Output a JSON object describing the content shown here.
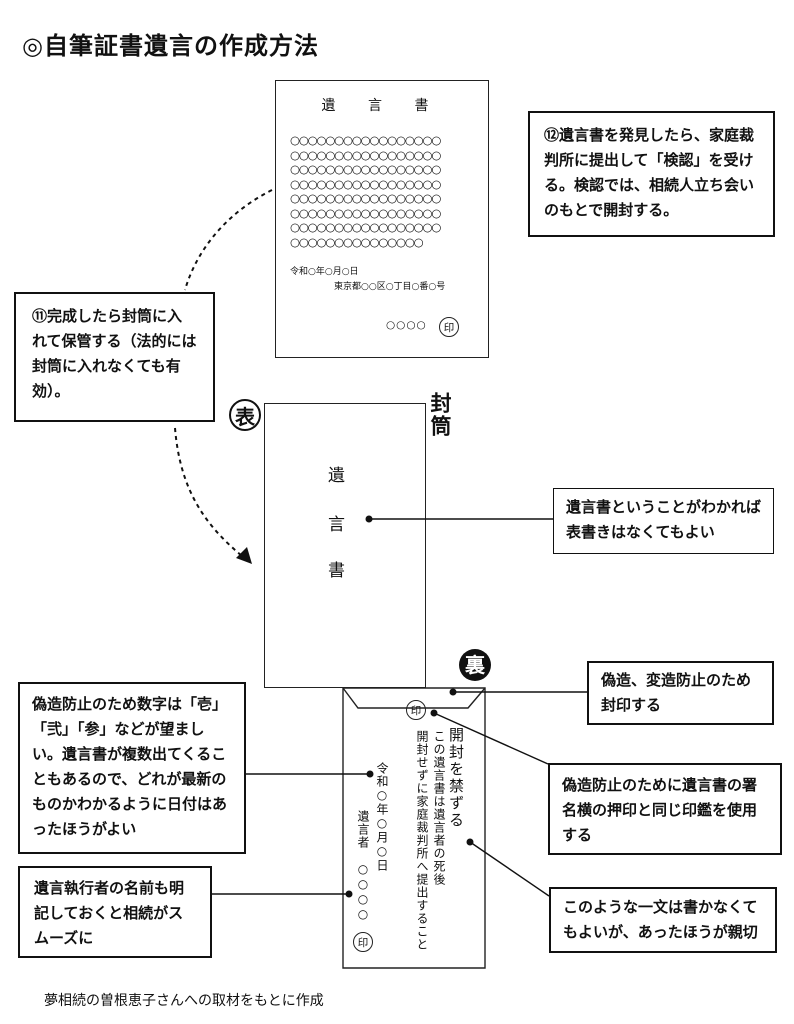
{
  "title": "◎自筆証書遺言の作成方法",
  "will_document": {
    "heading": "遺 言 書",
    "body_circles": "○○○○○○○○○○○○○○○○○\n○○○○○○○○○○○○○○○○○\n○○○○○○○○○○○○○○○○○\n○○○○○○○○○○○○○○○○○\n○○○○○○○○○○○○○○○○○\n○○○○○○○○○○○○○○○○○\n○○○○○○○○○○○○○○○○○\n○○○○○○○○○○○○○○○",
    "date": "令和○年○月○日",
    "address": "東京都○○区○丁目○番○号",
    "name": "○○○○",
    "seal": "印"
  },
  "callouts": {
    "c12": "⑫遺言書を発見したら、家庭裁判所に提出して「検認」を受ける。検認では、相続人立ち会いのもとで開封する。",
    "c11": "⑪完成したら封筒に入れて保管する（法的には封筒に入れなくても有効）。",
    "front_note": "遺言書ということがわかれば表書きはなくてもよい",
    "seal_note": "偽造、変造防止のため封印する",
    "seal_same": "偽造防止のために遺言書の署名横の押印と同じ印鑑を使用する",
    "numerals": "偽造防止のため数字は「壱」「弐」「参」などが望ましい。遺言書が複数出てくることもあるので、どれが最新のものかわかるように日付はあったほうがよい",
    "executor": "遺言執行者の名前も明記しておくと相続がスムーズに",
    "optional": "このような一文は書かなくてもよいが、あったほうが親切"
  },
  "envelope": {
    "label": "封筒",
    "front_badge": "表",
    "back_badge": "裏",
    "front_chars": [
      "遺",
      "言",
      "書"
    ],
    "back_heading": "開封を禁ずる",
    "back_line1": "この遺言書は遺言者の死後",
    "back_line2": "開封せずに家庭裁判所へ提出すること",
    "back_date": "令和○年○月○日",
    "back_writer": "遺言者　○○○○",
    "seal": "印"
  },
  "source": "夢相続の曽根恵子さんへの取材をもとに作成"
}
